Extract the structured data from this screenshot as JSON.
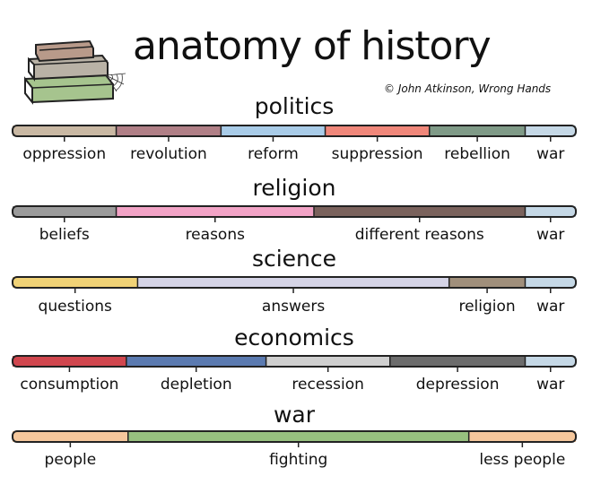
{
  "title": "anatomy of history",
  "credit": "© John Atkinson, Wrong Hands",
  "icons": {
    "books": "stacked-books-icon"
  },
  "rows": [
    {
      "name": "politics",
      "segments": [
        {
          "label": "oppression",
          "start": 0.0,
          "end": 0.184,
          "color": "#c9b8a3"
        },
        {
          "label": "revolution",
          "start": 0.184,
          "end": 0.37,
          "color": "#b07f86"
        },
        {
          "label": "reform",
          "start": 0.37,
          "end": 0.555,
          "color": "#a9cce8"
        },
        {
          "label": "suppression",
          "start": 0.555,
          "end": 0.74,
          "color": "#f0877a"
        },
        {
          "label": "rebellion",
          "start": 0.74,
          "end": 0.91,
          "color": "#7f9a87"
        },
        {
          "label": "war",
          "start": 0.91,
          "end": 1.0,
          "color": "#c5d8e6"
        }
      ]
    },
    {
      "name": "religion",
      "segments": [
        {
          "label": "beliefs",
          "start": 0.0,
          "end": 0.184,
          "color": "#9b9b9b"
        },
        {
          "label": "reasons",
          "start": 0.184,
          "end": 0.535,
          "color": "#f2a3c6"
        },
        {
          "label": "different reasons",
          "start": 0.535,
          "end": 0.91,
          "color": "#7a625c"
        },
        {
          "label": "war",
          "start": 0.91,
          "end": 1.0,
          "color": "#c5d8e6"
        }
      ]
    },
    {
      "name": "science",
      "segments": [
        {
          "label": "questions",
          "start": 0.0,
          "end": 0.222,
          "color": "#f0d276"
        },
        {
          "label": "answers",
          "start": 0.222,
          "end": 0.775,
          "color": "#d5d4e6"
        },
        {
          "label": "religion",
          "start": 0.775,
          "end": 0.91,
          "color": "#a08f7b"
        },
        {
          "label": "war",
          "start": 0.91,
          "end": 1.0,
          "color": "#c5d8e6"
        }
      ]
    },
    {
      "name": "economics",
      "segments": [
        {
          "label": "consumption",
          "start": 0.0,
          "end": 0.202,
          "color": "#d0464e"
        },
        {
          "label": "depletion",
          "start": 0.202,
          "end": 0.45,
          "color": "#5b7ab0"
        },
        {
          "label": "recession",
          "start": 0.45,
          "end": 0.67,
          "color": "#cfcfcf"
        },
        {
          "label": "depression",
          "start": 0.67,
          "end": 0.91,
          "color": "#6c6c6c"
        },
        {
          "label": "war",
          "start": 0.91,
          "end": 1.0,
          "color": "#c5d8e6"
        }
      ]
    },
    {
      "name": "war",
      "segments": [
        {
          "label": "people",
          "start": 0.0,
          "end": 0.205,
          "color": "#f5c79c"
        },
        {
          "label": "fighting",
          "start": 0.205,
          "end": 0.81,
          "color": "#97c07f"
        },
        {
          "label": "less people",
          "start": 0.81,
          "end": 1.0,
          "color": "#f5c79c"
        }
      ]
    }
  ]
}
